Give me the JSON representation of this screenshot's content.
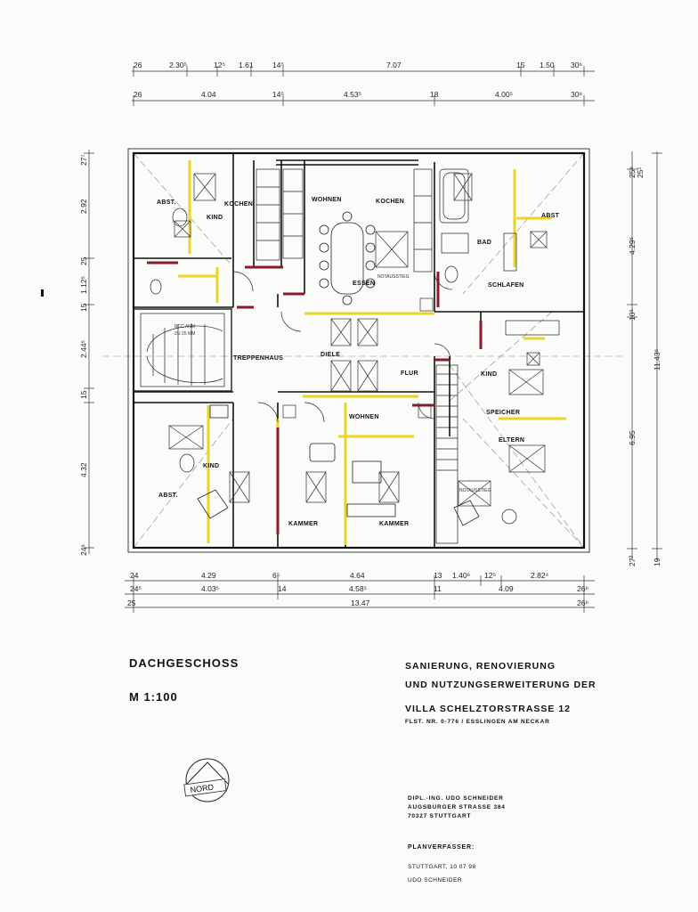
{
  "drawing": {
    "title": "DACHGESCHOSS",
    "scale": "M 1:100",
    "north_label": "NORD"
  },
  "project": {
    "line1": "SANIERUNG, RENOVIERUNG",
    "line2": "UND NUTZUNGSERWEITERUNG DER",
    "line3": "VILLA SCHELZTORSTRASSE 12",
    "line4": "FLST. NR. 0-776 / ESSLINGEN AM NECKAR"
  },
  "architect": {
    "line1": "DIPL.-ING. UDO SCHNEIDER",
    "line2": "AUGSBURGER STRASSE 384",
    "line3": "70327 STUTTGART"
  },
  "planverfasser": {
    "label": "PLANVERFASSER:",
    "date": "STUTTGART, 10 07 98",
    "name": "UDO SCHNEIDER"
  },
  "rooms": {
    "abst_nw": "ABST.",
    "kochen_nw": "KOCHEN",
    "kind_nw": "KIND",
    "wohnen_n": "WOHNEN",
    "kochen_n": "KOCHEN",
    "essen": "ESSEN",
    "notausstieg_1": "NOTAUSSTIEG",
    "bad": "BAD",
    "abst_ne": "ABST",
    "schlafen": "SCHLAFEN",
    "treppenhaus": "TREPPENHAUS",
    "diele": "DIELE",
    "flur": "FLUR",
    "kind_e": "KIND",
    "speicher": "SPEICHER",
    "eltern": "ELTERN",
    "wohnen_s": "WOHNEN",
    "kind_sw": "KIND",
    "abst_sw": "ABST.",
    "kammer_1": "KAMMER",
    "kammer_2": "KAMMER",
    "notausstieg_2": "NOTAUSSTIEG",
    "stair_note": "RCC ANM",
    "stair_note2": "ZU 25 MM"
  },
  "dims": {
    "top1": [
      "26",
      "2.30⁵",
      "12⁵",
      "1.61",
      "14⁵",
      "7.07",
      "15",
      "1.50",
      "30⁶"
    ],
    "top2": [
      "26",
      "4.04",
      "14⁵",
      "4.53⁵",
      "18",
      "4.00⁵",
      "30⁶"
    ],
    "left": [
      "27⁷",
      "2.92",
      "25",
      "1.12⁵",
      "15",
      "2.44⁵",
      "15",
      "4.32",
      "24⁶"
    ],
    "right": [
      "25⁶",
      "25¹",
      "4.29⁵",
      "10⁵",
      "11.43⁶",
      "6.95",
      "27²",
      "19"
    ],
    "bottom1": [
      "24",
      "4.29",
      "6⁵",
      "4.64",
      "13",
      "1.40⁶",
      "12⁵",
      "2.82⁴"
    ],
    "bottom2": [
      "24⁵",
      "4.03⁵",
      "14",
      "4.58⁵",
      "11",
      "4.09",
      "26⁶"
    ],
    "bottom3": [
      "25",
      "13.47",
      "26⁶"
    ]
  }
}
